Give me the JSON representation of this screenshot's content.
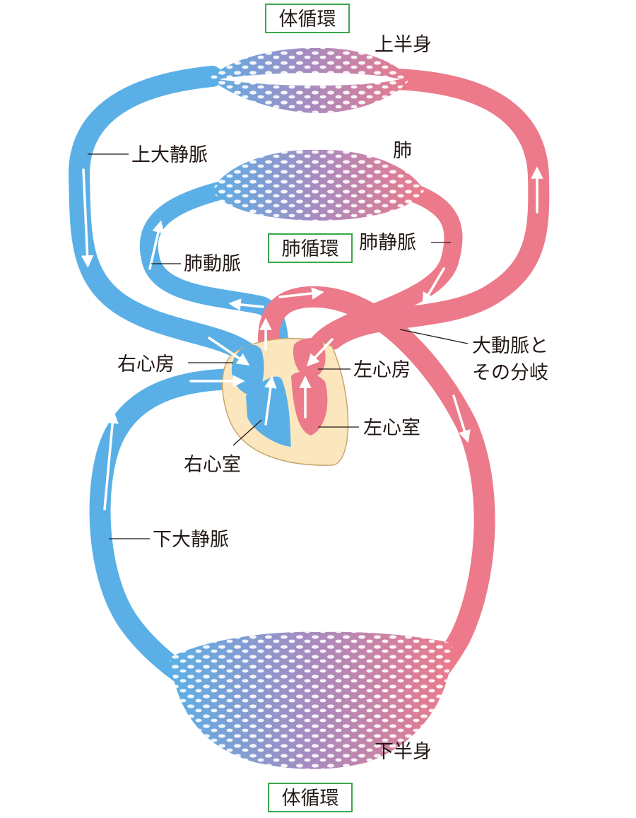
{
  "circuits": {
    "systemic_top": "体循環",
    "pulmonary": "肺循環",
    "systemic_bottom": "体循環"
  },
  "regions": {
    "upper_body": "上半身",
    "lung": "肺",
    "lower_body": "下半身"
  },
  "vessels": {
    "superior_vena_cava": "上大静脈",
    "pulmonary_artery": "肺動脈",
    "pulmonary_vein": "肺静脈",
    "aorta_line1": "大動脈と",
    "aorta_line2": "その分岐",
    "inferior_vena_cava": "下大静脈"
  },
  "heart": {
    "right_atrium": "右心房",
    "left_atrium": "左心房",
    "right_ventricle": "右心室",
    "left_ventricle": "左心室"
  },
  "colors": {
    "venous": "#5ab0e6",
    "arterial": "#ec7a8a",
    "mixed": "#a88bc0",
    "heart_wall": "#fbe6bd",
    "box_border": "#3aa84a"
  }
}
